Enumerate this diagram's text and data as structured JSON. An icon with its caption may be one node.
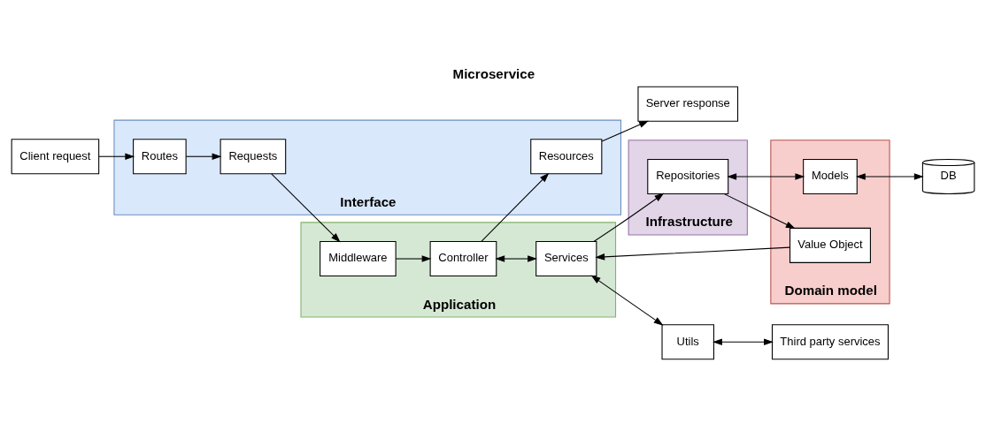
{
  "diagram": {
    "title": "Microservice",
    "nodes": [
      {
        "text": [
          "Client request"
        ]
      },
      {
        "text": [
          "Interface"
        ]
      },
      {
        "text": [
          "Routes"
        ],
        "in": 1
      },
      {
        "text": [
          "Requests"
        ],
        "in": 1
      },
      {
        "text": [
          "Resources"
        ],
        "in": 1
      },
      {
        "text": [
          "Application"
        ]
      },
      {
        "text": [
          "Middleware"
        ],
        "in": 5
      },
      {
        "text": [
          "Controller"
        ],
        "in": 5
      },
      {
        "text": [
          "Services"
        ],
        "in": 5
      },
      {
        "text": [
          "Infrastructure"
        ]
      },
      {
        "text": [
          "Repositories"
        ],
        "in": 9
      },
      {
        "text": [
          "Domain model"
        ]
      },
      {
        "text": [
          "Value Object"
        ],
        "in": 11
      },
      {
        "text": [
          "Models"
        ],
        "in": 11
      },
      {
        "text": [
          "DB"
        ]
      },
      {
        "text": [
          "Server response"
        ]
      },
      {
        "text": [
          "Utils"
        ]
      },
      {
        "text": [
          "Third party services"
        ]
      }
    ],
    "edges": [
      {
        "from": 0,
        "to": 2,
        "arrow": "to"
      },
      {
        "from": 2,
        "to": 3,
        "arrow": "to"
      },
      {
        "from": 3,
        "to": 6,
        "arrow": "to"
      },
      {
        "from": 6,
        "to": 7,
        "arrow": "to"
      },
      {
        "from": 7,
        "to": 8,
        "arrow": "both"
      },
      {
        "from": 8,
        "to": 10,
        "arrow": "to"
      },
      {
        "from": 10,
        "to": 13,
        "arrow": "both"
      },
      {
        "from": 13,
        "to": 14,
        "arrow": "both"
      },
      {
        "from": 12,
        "to": 8,
        "arrow": "to"
      },
      {
        "from": 10,
        "to": 12,
        "arrow": "to"
      },
      {
        "from": 7,
        "to": 4,
        "arrow": "to"
      },
      {
        "from": 4,
        "to": 15,
        "arrow": "to"
      },
      {
        "from": 8,
        "to": 16,
        "arrow": "both"
      },
      {
        "from": 16,
        "to": 17,
        "arrow": "both"
      }
    ]
  }
}
